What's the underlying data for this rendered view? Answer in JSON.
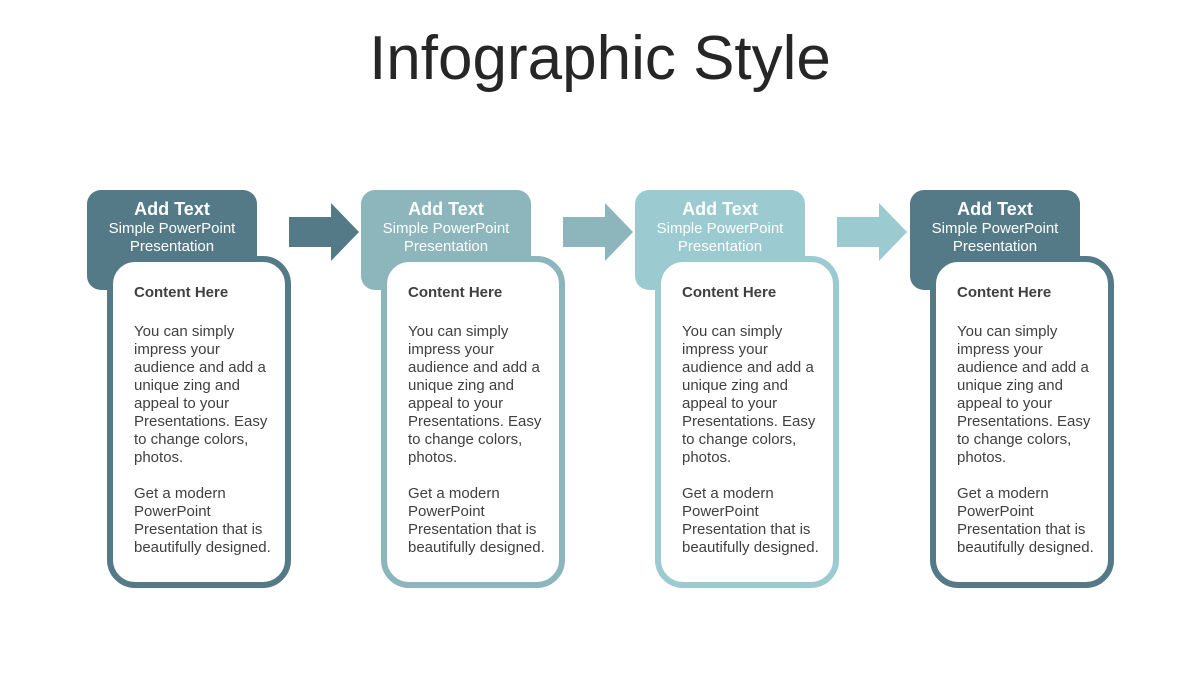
{
  "title": "Infographic Style",
  "colors": {
    "dark": "#547a87",
    "medium": "#8cb5bc",
    "light": "#9ccad1",
    "heading_text": "#262626",
    "body_text": "#404040"
  },
  "steps": [
    {
      "tab_title": "Add Text",
      "tab_subtitle": "Simple PowerPoint Presentation",
      "content_heading": "Content  Here",
      "paragraph_1": "You can simply impress your audience and add a unique zing and appeal to your Presentations. Easy to change colors, photos.",
      "paragraph_2": "Get a modern PowerPoint Presentation that is beautifully designed.",
      "color": "#547a87"
    },
    {
      "tab_title": "Add Text",
      "tab_subtitle": "Simple PowerPoint Presentation",
      "content_heading": "Content  Here",
      "paragraph_1": "You can simply impress your audience and add a unique zing and appeal to your Presentations. Easy to change colors, photos.",
      "paragraph_2": "Get a modern PowerPoint Presentation that is beautifully designed.",
      "color": "#8cb5bc"
    },
    {
      "tab_title": "Add Text",
      "tab_subtitle": "Simple PowerPoint Presentation",
      "content_heading": "Content  Here",
      "paragraph_1": "You can simply impress your audience and add a unique zing and appeal to your Presentations. Easy to change colors, photos.",
      "paragraph_2": "Get a modern PowerPoint Presentation that is beautifully designed.",
      "color": "#9ccad1"
    },
    {
      "tab_title": "Add Text",
      "tab_subtitle": "Simple PowerPoint Presentation",
      "content_heading": "Content  Here",
      "paragraph_1": "You can simply impress your audience and add a unique zing and appeal to your Presentations. Easy to change colors, photos.",
      "paragraph_2": "Get a modern PowerPoint Presentation that is beautifully designed.",
      "color": "#547a87"
    }
  ],
  "arrows": [
    {
      "icon": "arrow-right-icon",
      "color": "#547a87"
    },
    {
      "icon": "arrow-right-icon",
      "color": "#8cb5bc"
    },
    {
      "icon": "arrow-right-icon",
      "color": "#9ccad1"
    }
  ]
}
